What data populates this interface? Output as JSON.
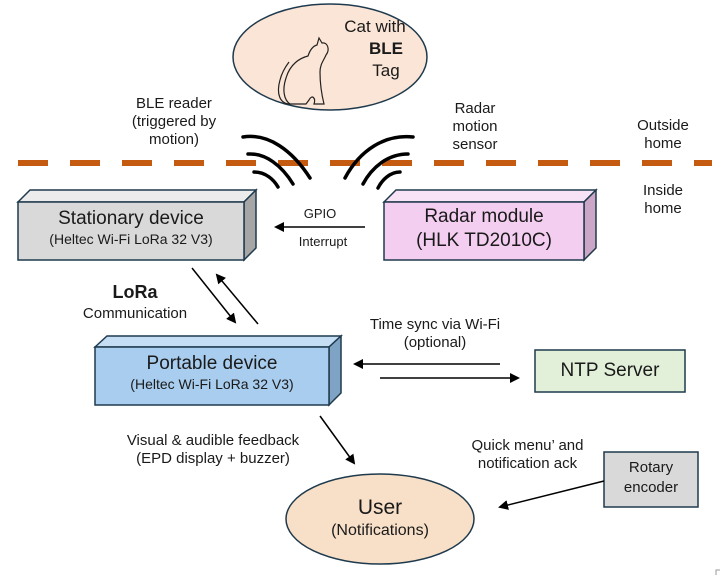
{
  "title": "Cat BLE tag detection system diagram",
  "cat": {
    "line1": "Cat with",
    "line2": "BLE",
    "line3": "Tag"
  },
  "labels": {
    "ble_reader": [
      "BLE reader",
      "(triggered by",
      "motion)"
    ],
    "radar_sensor": [
      "Radar",
      "motion",
      "sensor"
    ],
    "outside": [
      "Outside",
      "home"
    ],
    "inside": [
      "Inside",
      "home"
    ],
    "gpio": "GPIO",
    "interrupt": "Interrupt",
    "lora_title": "LoRa",
    "lora_sub": "Communication",
    "time_sync": [
      "Time sync via Wi-Fi",
      "(optional)"
    ],
    "feedback": [
      "Visual & audible feedback",
      "(EPD display + buzzer)"
    ],
    "quick_menu": [
      "Quick menu’ and",
      "notification ack"
    ]
  },
  "stationary": {
    "title": "Stationary device",
    "subtitle": "(Heltec Wi-Fi LoRa 32 V3)"
  },
  "radar": {
    "title": "Radar module",
    "subtitle": "(HLK TD2010C)"
  },
  "portable": {
    "title": "Portable device",
    "subtitle": "(Heltec Wi-Fi LoRa 32 V3)"
  },
  "ntp": {
    "title": "NTP Server"
  },
  "user": {
    "title": "User",
    "subtitle": "(Notifications)"
  },
  "rotary": {
    "line1": "Rotary",
    "line2": "encoder"
  },
  "colors": {
    "boundary": "#c55a11",
    "cat_fill": "#fbe5d6",
    "user_fill": "#f8e0c8",
    "stationary_fill": "#d9d9d9",
    "radar_fill": "#f4cef0",
    "portable_fill": "#a9cdee",
    "ntp_fill": "#e2f0d9",
    "rotary_fill": "#d9d9d9",
    "outline": "#1f3a4d"
  }
}
